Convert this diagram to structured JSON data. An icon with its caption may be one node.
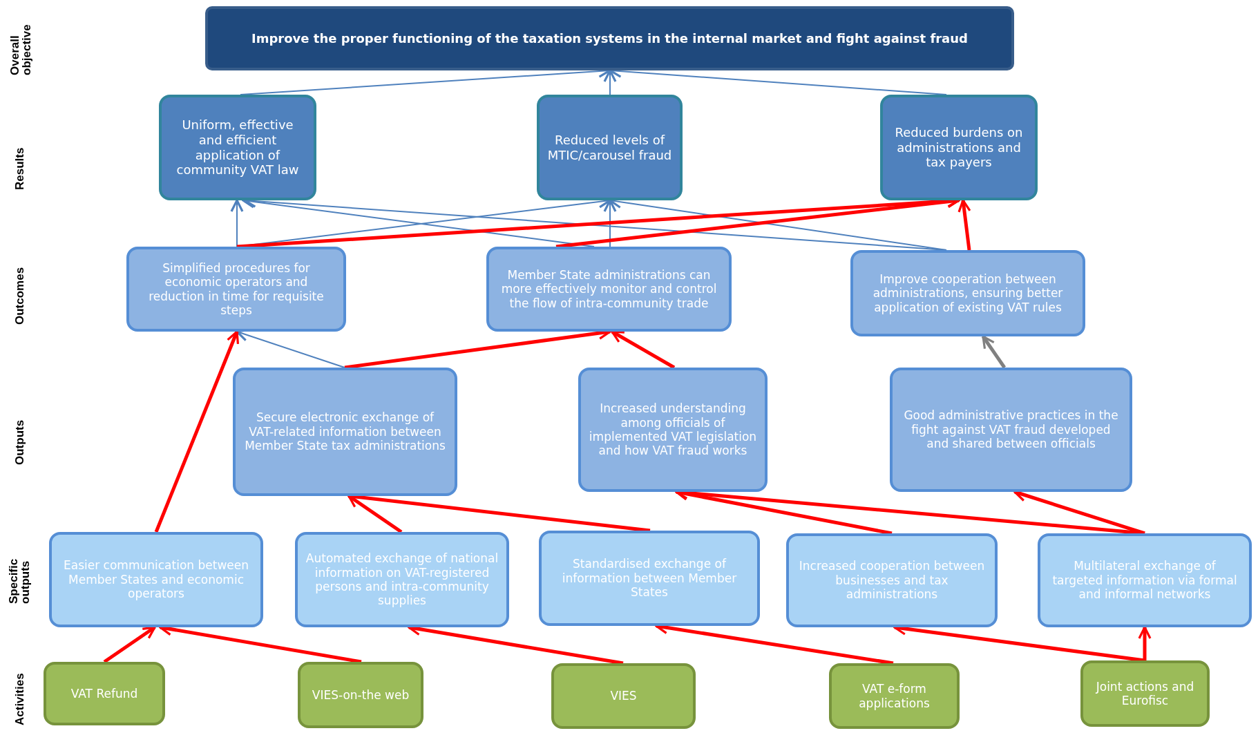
{
  "diagram": {
    "nodes": [
      {
        "text": [
          "Improve the proper functioning  of the taxation systems in the internal  market and fight  against fraud"
        ]
      },
      {
        "text": [
          "Uniform, effective and efficient application of community VAT law"
        ]
      },
      {
        "text": [
          "Reduced levels of MTIC/carousel fraud"
        ]
      },
      {
        "text": [
          "Reduced burdens on administrations and tax payers"
        ]
      },
      {
        "text": [
          "Simplified  procedures for economic operators and reduction in  time for requisite steps"
        ]
      },
      {
        "text": [
          "Member State administrations can more effectively monitor and control the flow of intra-community trade"
        ]
      },
      {
        "text": [
          "Improve cooperation between administrations, ensuring better application  of existing VAT rules"
        ]
      },
      {
        "text": [
          "Secure electronic exchange of VAT-related information between Member State tax administrations"
        ]
      },
      {
        "text": [
          "Increased understanding among officials of implemented VAT legislation  and how VAT fraud works"
        ]
      },
      {
        "text": [
          "Good administrative practices in the fight against VAT fraud developed and shared between officials"
        ]
      },
      {
        "text": [
          "Easier communication between Member States and economic operators"
        ]
      },
      {
        "text": [
          "Automated exchange of national information on VAT-registered persons and intra-community supplies"
        ]
      },
      {
        "text": [
          "Standardised exchange of information between Member States"
        ]
      },
      {
        "text": [
          "Increased cooperation between businesses and tax administrations"
        ]
      },
      {
        "text": [
          "Multilateral  exchange of targeted information via formal and informal networks"
        ]
      },
      {
        "text": [
          "VAT Refund"
        ]
      },
      {
        "text": [
          "VIES-on-the web"
        ]
      },
      {
        "text": [
          "VIES"
        ]
      },
      {
        "text": [
          "VAT e-form applications"
        ]
      },
      {
        "text": [
          "Joint actions and Eurofisc"
        ]
      }
    ],
    "edges": [
      {
        "from": 1,
        "to": 0,
        "arrow": "to",
        "color": "#4f81bd"
      },
      {
        "from": 2,
        "to": 0,
        "arrow": "to",
        "color": "#4f81bd"
      },
      {
        "from": 3,
        "to": 0,
        "arrow": "to",
        "color": "#4f81bd"
      },
      {
        "from": 4,
        "to": 1,
        "arrow": "to",
        "color": "#4f81bd"
      },
      {
        "from": 5,
        "to": 1,
        "arrow": "to",
        "color": "#4f81bd"
      },
      {
        "from": 6,
        "to": 1,
        "arrow": "to",
        "color": "#4f81bd"
      },
      {
        "from": 4,
        "to": 2,
        "arrow": "to",
        "color": "#4f81bd"
      },
      {
        "from": 5,
        "to": 2,
        "arrow": "to",
        "color": "#4f81bd"
      },
      {
        "from": 6,
        "to": 2,
        "arrow": "to",
        "color": "#4f81bd"
      },
      {
        "from": 4,
        "to": 3,
        "arrow": "to"
      },
      {
        "from": 5,
        "to": 3,
        "arrow": "to"
      },
      {
        "from": 6,
        "to": 3,
        "arrow": "to"
      },
      {
        "from": 7,
        "to": 4,
        "arrow": "to",
        "color": "#4f81bd"
      },
      {
        "from": 10,
        "to": 4,
        "arrow": "to"
      },
      {
        "from": 7,
        "to": 5,
        "arrow": "to"
      },
      {
        "from": 8,
        "to": 5,
        "arrow": "to"
      },
      {
        "from": 9,
        "to": 6,
        "arrow": "to",
        "color": "#808080"
      },
      {
        "from": 11,
        "to": 7,
        "arrow": "to"
      },
      {
        "from": 12,
        "to": 7,
        "arrow": "to"
      },
      {
        "from": 13,
        "to": 8,
        "arrow": "to"
      },
      {
        "from": 14,
        "to": 8,
        "arrow": "to"
      },
      {
        "from": 14,
        "to": 9,
        "arrow": "to"
      },
      {
        "from": 15,
        "to": 10,
        "arrow": "to"
      },
      {
        "from": 16,
        "to": 10,
        "arrow": "to"
      },
      {
        "from": 17,
        "to": 11,
        "arrow": "to"
      },
      {
        "from": 18,
        "to": 12,
        "arrow": "to"
      },
      {
        "from": 19,
        "to": 13,
        "arrow": "to"
      },
      {
        "from": 19,
        "to": 14,
        "arrow": "to"
      }
    ],
    "labels": [
      "Overall objective",
      "Results",
      "Outcomes",
      "Outputs",
      "Specific outputs",
      "Activities"
    ]
  }
}
